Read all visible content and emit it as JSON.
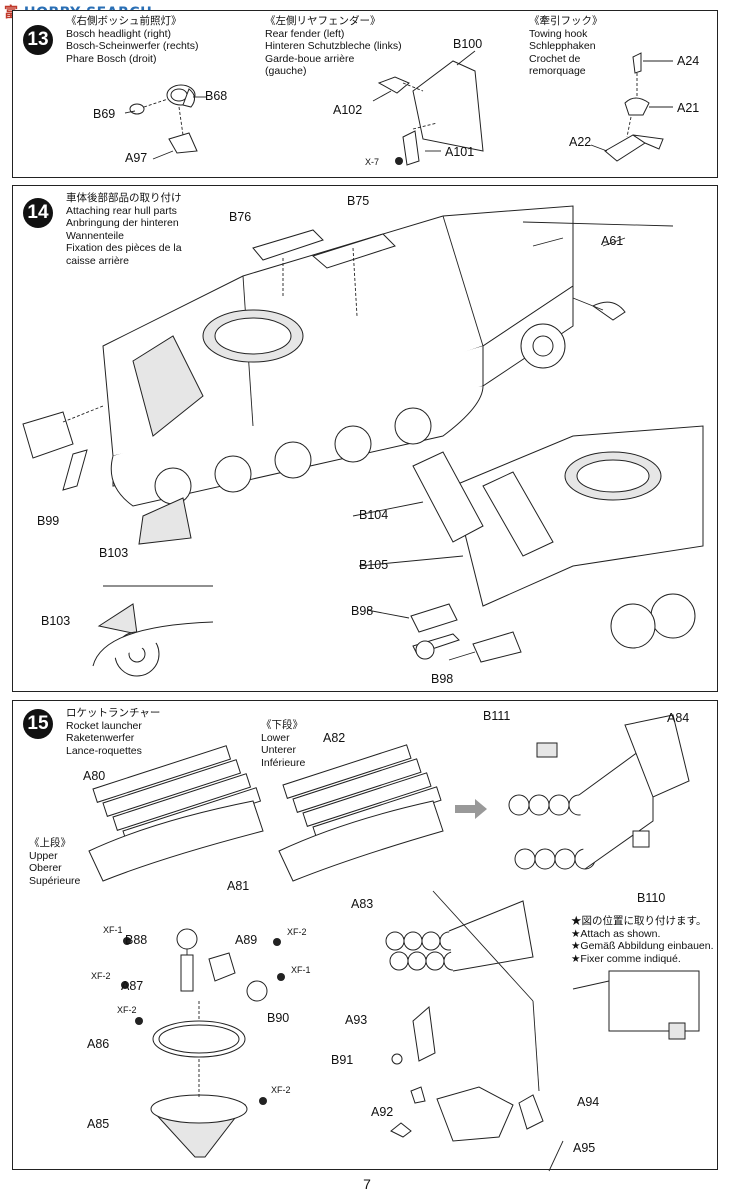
{
  "watermark": {
    "prefix": "富",
    "text": "HOBBY SEARCH"
  },
  "page_number": "7",
  "steps": [
    {
      "number": "13",
      "subs": [
        {
          "jp": "《右側ボッシュ前照灯》",
          "lines": [
            "Bosch headlight (right)",
            "Bosch-Scheinwerfer (rechts)",
            "Phare Bosch (droit)"
          ]
        },
        {
          "jp": "《左側リヤフェンダー》",
          "lines": [
            "Rear fender (left)",
            "Hinteren Schutzbleche (links)",
            "Garde-boue arrière",
            "(gauche)"
          ]
        },
        {
          "jp": "《牽引フック》",
          "lines": [
            "Towing hook",
            "Schlepphaken",
            "Crochet de",
            "remorquage"
          ]
        }
      ],
      "labels": [
        "B68",
        "B69",
        "A97",
        "B100",
        "A102",
        "A101",
        "X-7",
        "A24",
        "A21",
        "A22"
      ]
    },
    {
      "number": "14",
      "title": {
        "jp": "車体後部部品の取り付け",
        "lines": [
          "Attaching rear hull parts",
          "Anbringung der hinteren",
          "Wannenteile",
          "Fixation des pièces de la",
          "caisse arrière"
        ]
      },
      "labels": [
        "B76",
        "B75",
        "A61",
        "B99",
        "B103",
        "B104",
        "B105",
        "B98",
        "B103",
        "B98"
      ]
    },
    {
      "number": "15",
      "title": {
        "jp": "ロケットランチャー",
        "lines": [
          "Rocket launcher",
          "Raketenwerfer",
          "Lance-roquettes"
        ]
      },
      "upper": {
        "jp": "《上段》",
        "lines": [
          "Upper",
          "Oberer",
          "Supérieure"
        ]
      },
      "lower": {
        "jp": "《下段》",
        "lines": [
          "Lower",
          "Unterer",
          "Inférieure"
        ]
      },
      "note": [
        "★図の位置に取り付けます。",
        "★Attach as shown.",
        "★Gemäß Abbildung einbauen.",
        "★Fixer comme indiqué."
      ],
      "labels": [
        "A80",
        "A81",
        "A82",
        "A83",
        "B111",
        "A84",
        "B110",
        "B88",
        "A89",
        "A87",
        "B90",
        "A86",
        "A85",
        "A93",
        "B91",
        "A92",
        "A94",
        "A95"
      ],
      "paints": [
        "XF-1",
        "XF-2",
        "XF-1",
        "XF-2",
        "XF-2",
        "XF-2"
      ]
    }
  ]
}
